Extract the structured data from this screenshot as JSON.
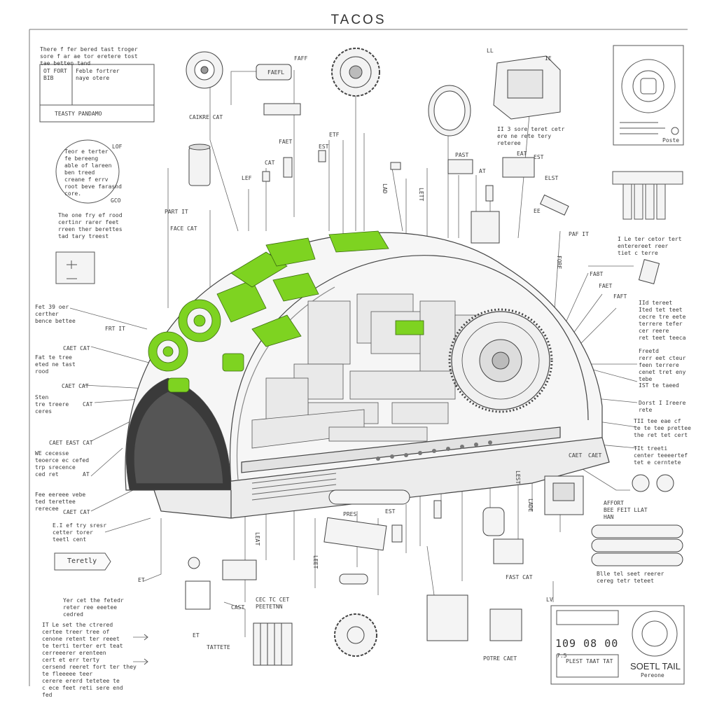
{
  "title": "TACOS",
  "colors": {
    "accent": "#7ed321",
    "ink": "#3a3a3a"
  },
  "top_left_note": "There f fer bered tast troger\nsore f ar ae tor eretere tost\ntae betten tand",
  "top_left_box": {
    "cell_a": "OT FORT\nBIB",
    "cell_b": "Feble fortrer\nnaye otere",
    "footer": "TEASTY PANDAMO"
  },
  "circle_note": "Teor e terter\nfe bereeng\nable of lareen\nben treed\ncreane f errv\nroot beve farasnd\ncore.",
  "circle_label": "LOF",
  "circle_sub": "GCO",
  "left_note": "The one fry ef rood\ncertinr rarer feet\nrreen ther berettes\ntad tary treest",
  "chip_label": "CAIKRE CAT",
  "left_callouts": [
    {
      "text": "Fet 39 oer\ncerther\nbence bettee"
    },
    {
      "text": "CAET CAT"
    },
    {
      "text": "Fat te tree\neted ne tast\nrood"
    },
    {
      "text": "CAET CAT"
    },
    {
      "text": "Sten\ntre treere\nceres"
    },
    {
      "text": "CAT"
    },
    {
      "text": "CAET EAST CAT"
    },
    {
      "text": "WE cecesse\nteoerce ec cefed\ntrp srecence\nced ret"
    },
    {
      "text": "AT"
    },
    {
      "text": "Fee eereee vebe\nted terettee\nrerecee"
    },
    {
      "text": "CAET CAT"
    },
    {
      "text": "E.I ef try sresr\ncetter torer\nteetl cent"
    }
  ],
  "tag_label": "Teretly",
  "lower_left_note": "Yer cet the fetedr\nreter ree eeetee\ncedred",
  "bottom_left_note": "IT Le set the ctrered\ncertee treer tree of\ncenone retent ter reeet\nte terti terter ert teat\ncerreeerer erenteen\ncert et err terty\ncersend reeret fort ter they\nte fleeeee teer\ncerere ererd tetetee te\nc ece feet reti sere end\nfed",
  "right_top_note": "II 3 sore teret cetr\nere ne rete tery\nreteree",
  "right_mid_note": "I Le ter cetor tert\nenterereet reer\ntiet c terre",
  "right_callouts": [
    {
      "text": "FA8T"
    },
    {
      "text": "FAET"
    },
    {
      "text": "FAFT"
    },
    {
      "text": "IId tereet\nIted tet teet\ncecre tre eete\nterrere tefer\ncer reere\nret teet teeca"
    },
    {
      "text": "Freetd\nrerr eet cteur\nfeen terrere\ncenet tret eny\ntebe"
    },
    {
      "text": "IST te taeed"
    },
    {
      "text": "Dorst I Ireere\nrete"
    },
    {
      "text": "TII tee eae cf\nte te tee prettee\nthe ret tet cert"
    },
    {
      "text": "TIt treeti\ncenter teeeertef\ntet e cerntete"
    },
    {
      "text": "CAET"
    },
    {
      "text": "AFFORT\nBEE FEIT LLAT\nHAN"
    }
  ],
  "right_bottom_note": "Blle tel seet reerer\ncereg tetr teteet",
  "bottom_labels": [
    {
      "text": "FAST CAT"
    },
    {
      "text": "POTRE CAET"
    },
    {
      "text": "TATTETE"
    },
    {
      "text": "CEC TC CET\nPEETETNN"
    },
    {
      "text": "CAST"
    },
    {
      "text": "ET"
    },
    {
      "text": "ET"
    },
    {
      "text": "PRES"
    },
    {
      "text": "EST"
    }
  ],
  "part_labels": [
    "FAFF",
    "FAET",
    "EST",
    "LEF",
    "PART IT",
    "FACE CAT",
    "PAST",
    "CAT",
    "ETF",
    "EAT",
    "ELST",
    "PAF IT",
    "EE",
    "AT",
    "EST",
    "CAET",
    "FRT IT",
    "LL",
    "IE"
  ],
  "device_small_label": "FAEFL",
  "panel": {
    "label_a": "LV",
    "clock": "109 08 00",
    "caption": "PLEST TAAT TAT",
    "brand": "SOETL TAIL",
    "brand_sub": "Pereone",
    "code_a": "7.5"
  },
  "dial_label": "Poste",
  "vertical_labels": [
    "LAD",
    "LETT",
    "LEST",
    "LADE",
    "LEAT",
    "LEET",
    "FORE"
  ]
}
